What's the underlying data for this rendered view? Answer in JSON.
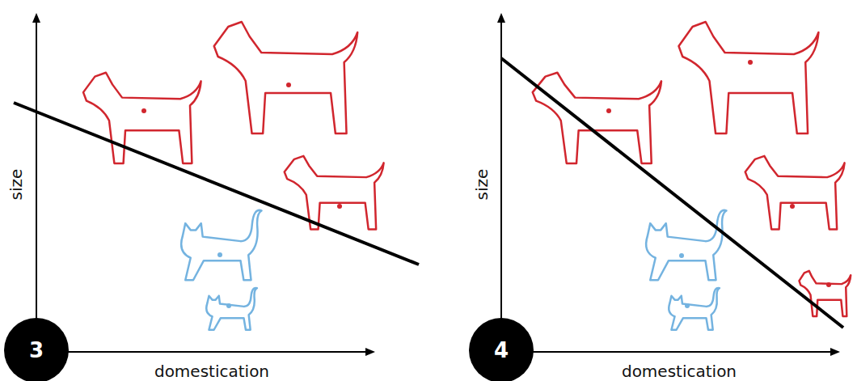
{
  "diagram": {
    "nodes": [
      {
        "text": [
          "3"
        ]
      },
      {
        "text": [
          "4"
        ]
      }
    ],
    "labels": [
      "size",
      "domestication",
      "size",
      "domestication"
    ]
  }
}
